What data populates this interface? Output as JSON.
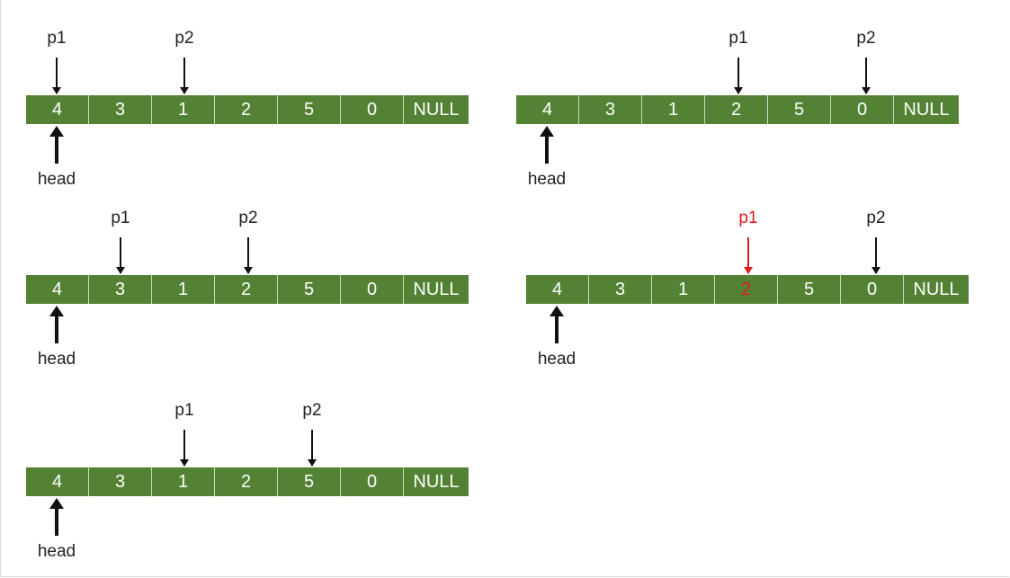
{
  "diagrams": [
    {
      "nodes": [
        "4",
        "3",
        "1",
        "2",
        "5",
        "0",
        "NULL"
      ],
      "p1_label": "p1",
      "p1_index": 0,
      "p2_label": "p2",
      "p2_index": 2,
      "head_label": "head",
      "head_index": 0,
      "highlight_index": null
    },
    {
      "nodes": [
        "4",
        "3",
        "1",
        "2",
        "5",
        "0",
        "NULL"
      ],
      "p1_label": "p1",
      "p1_index": 3,
      "p2_label": "p2",
      "p2_index": 5,
      "head_label": "head",
      "head_index": 0,
      "highlight_index": null
    },
    {
      "nodes": [
        "4",
        "3",
        "1",
        "2",
        "5",
        "0",
        "NULL"
      ],
      "p1_label": "p1",
      "p1_index": 1,
      "p2_label": "p2",
      "p2_index": 3,
      "head_label": "head",
      "head_index": 0,
      "highlight_index": null
    },
    {
      "nodes": [
        "4",
        "3",
        "1",
        "2",
        "5",
        "0",
        "NULL"
      ],
      "p1_label": "p1",
      "p1_index": 3,
      "p2_label": "p2",
      "p2_index": 5,
      "head_label": "head",
      "head_index": 0,
      "highlight_index": 3
    },
    {
      "nodes": [
        "4",
        "3",
        "1",
        "2",
        "5",
        "0",
        "NULL"
      ],
      "p1_label": "p1",
      "p1_index": 2,
      "p2_label": "p2",
      "p2_index": 4,
      "head_label": "head",
      "head_index": 0,
      "highlight_index": null
    }
  ],
  "colors": {
    "node_fill": "#548235",
    "node_text": "#ffffff",
    "highlight": "#e41a1c",
    "arrow": "#111111"
  }
}
